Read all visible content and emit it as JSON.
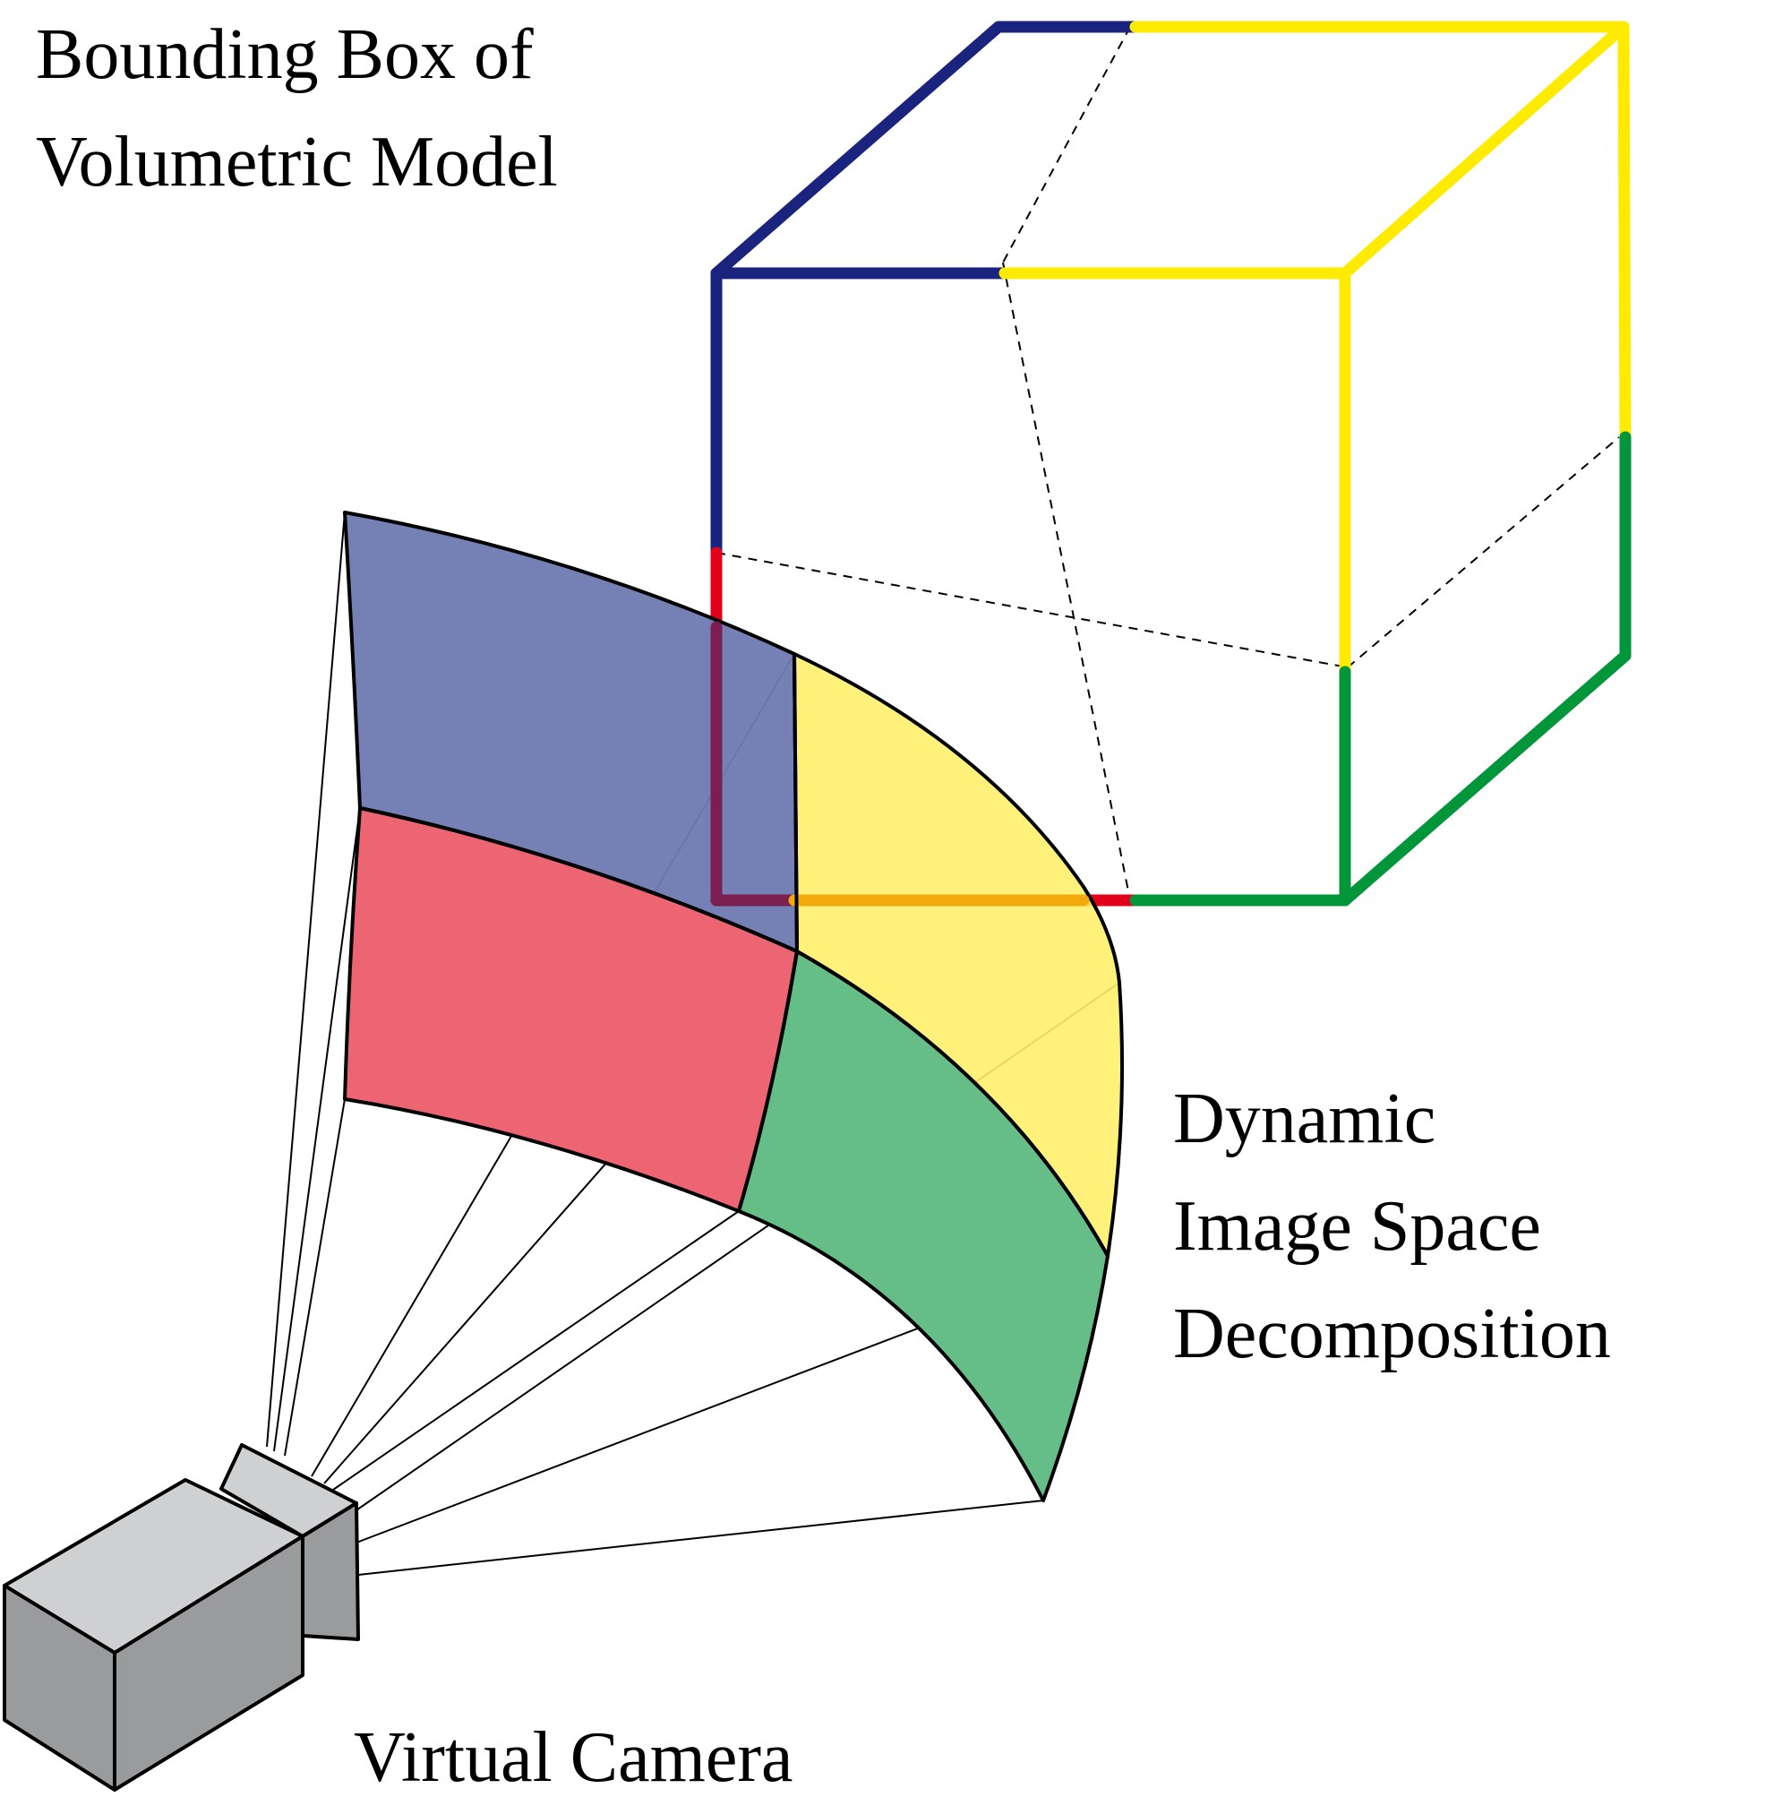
{
  "labels": {
    "bounding_box_line1": "Bounding Box of",
    "bounding_box_line2": "Volumetric Model",
    "decomposition_line1": "Dynamic",
    "decomposition_line2": "Image Space",
    "decomposition_line3": "Decomposition",
    "camera": "Virtual Camera"
  },
  "colors": {
    "cube_blue": "#1a237e",
    "cube_yellow": "#ffeb00",
    "cube_red": "#e3001b",
    "cube_green": "#009639",
    "region_blue": "#6f7bb2",
    "region_red": "#ed6473",
    "region_yellow": "#fff06c",
    "region_green": "#65bd87",
    "camera_light": "#cfd0d2",
    "camera_dark": "#9a9b9d"
  },
  "icons": {
    "cube": "bounding-box-icon",
    "camera": "camera-icon"
  }
}
